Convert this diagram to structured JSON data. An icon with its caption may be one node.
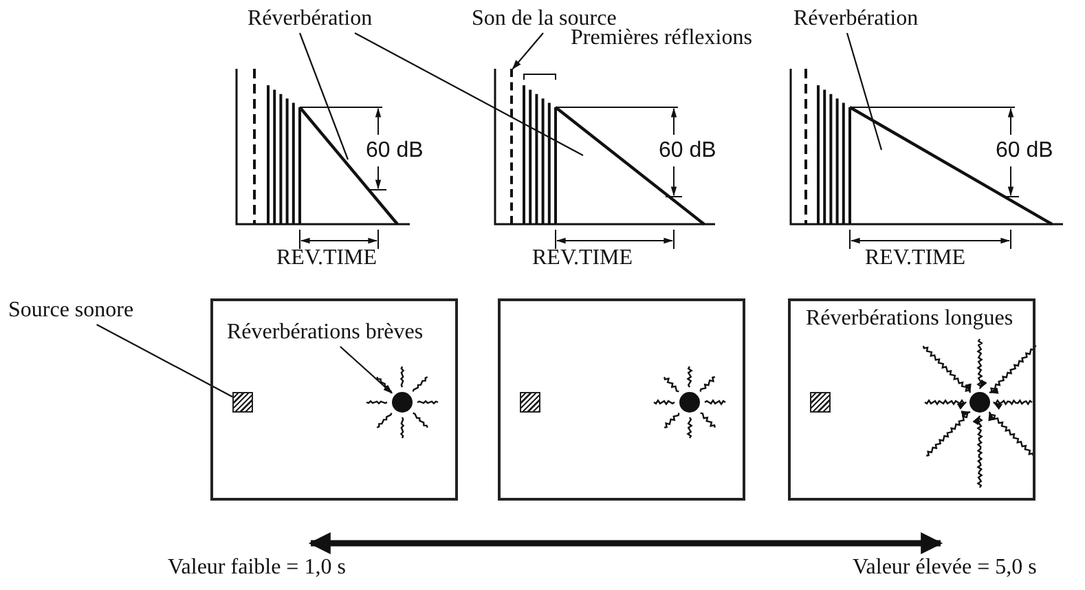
{
  "diagram": {
    "nodes": [
      {
        "text": [
          "Réverbération"
        ]
      },
      {
        "text": [
          "Son de la source"
        ]
      },
      {
        "text": [
          "Réverbération"
        ]
      },
      {
        "text": [
          "Source sonore"
        ]
      },
      {
        "text": [],
        "shape": "box"
      },
      {
        "text": [
          "Réverbérations brèves"
        ],
        "in": 4
      },
      {
        "text": [],
        "shape": "box",
        "in": 4
      },
      {
        "text": [],
        "shape": "circle",
        "in": 4
      },
      {
        "text": [],
        "shape": "box"
      },
      {
        "text": [],
        "shape": "box",
        "in": 8
      },
      {
        "text": [],
        "shape": "circle",
        "in": 8
      },
      {
        "text": [],
        "shape": "box"
      },
      {
        "text": [
          "Réverbérations longues"
        ],
        "in": 11
      },
      {
        "text": [],
        "shape": "box",
        "in": 11
      },
      {
        "text": [],
        "shape": "circle",
        "in": 11
      },
      {
        "text": [],
        "shape": "line"
      },
      {
        "text": [],
        "shape": "triangle"
      },
      {
        "text": [],
        "shape": "triangle"
      },
      {
        "text": [],
        "shape": "triangle"
      }
    ],
    "edges": [
      {
        "from": 0,
        "to": 16,
        "arrow": "none"
      },
      {
        "from": 0,
        "to": 17,
        "arrow": "none"
      },
      {
        "from": 1,
        "to": 15,
        "arrow": "to"
      },
      {
        "from": 2,
        "to": 18,
        "arrow": "none"
      },
      {
        "from": 3,
        "to": 6,
        "arrow": "none"
      },
      {
        "from": 5,
        "to": 7,
        "arrow": "to"
      }
    ],
    "labels": [
      "Premières réflexions",
      "60 dB",
      "60 dB",
      "60 dB",
      "REV.TIME",
      "REV.TIME",
      "REV.TIME",
      "Valeur faible = 1,0 s",
      "Valeur élevée = 5,0 s"
    ]
  }
}
